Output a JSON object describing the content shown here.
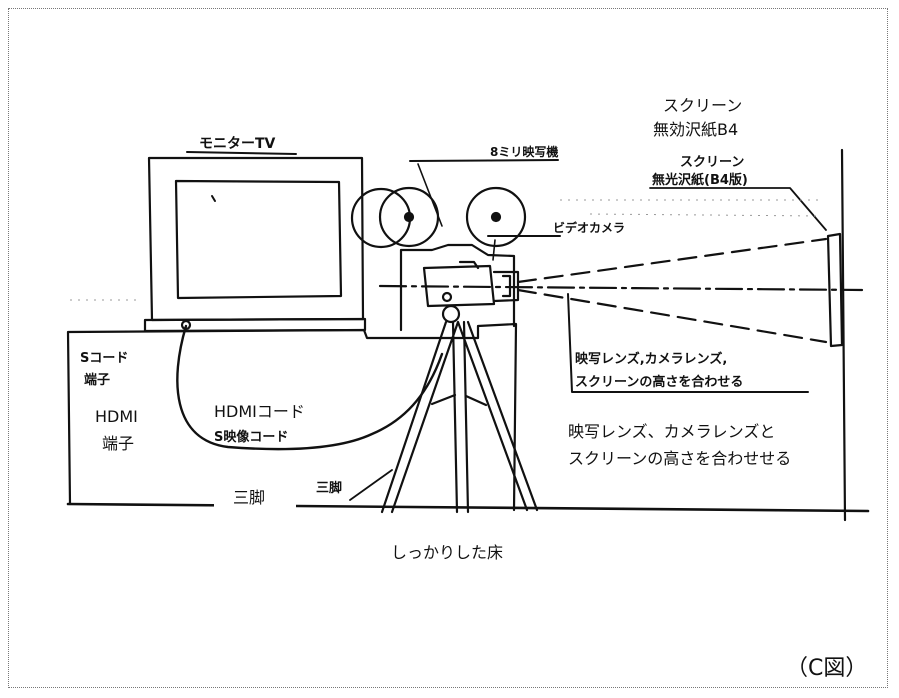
{
  "figure_label": "（C図）",
  "original_labels": {
    "monitor": "モニターTV",
    "projector": "8ミリ映写機",
    "screen": [
      "スクリーン",
      "無光沢紙(B4版)"
    ],
    "video_camera": "ビデオカメラ",
    "s_terminal": [
      "Sコード",
      "端子"
    ],
    "s_cord": "S映像コード",
    "tripod": "三脚",
    "align_note": [
      "映写レンズ,カメラレンズ,",
      "スクリーンの高さを合わせる"
    ]
  },
  "overlay_labels": {
    "screen": [
      "スクリーン",
      "無効沢紙B4"
    ],
    "hdmi_terminal": [
      "HDMI",
      "端子"
    ],
    "hdmi_cord": "HDMIコード",
    "tripod": "三脚",
    "align_note": [
      "映写レンズ、カメラレンズと",
      "スクリーンの高さを合わせせる"
    ],
    "floor": "しっかりした床"
  }
}
